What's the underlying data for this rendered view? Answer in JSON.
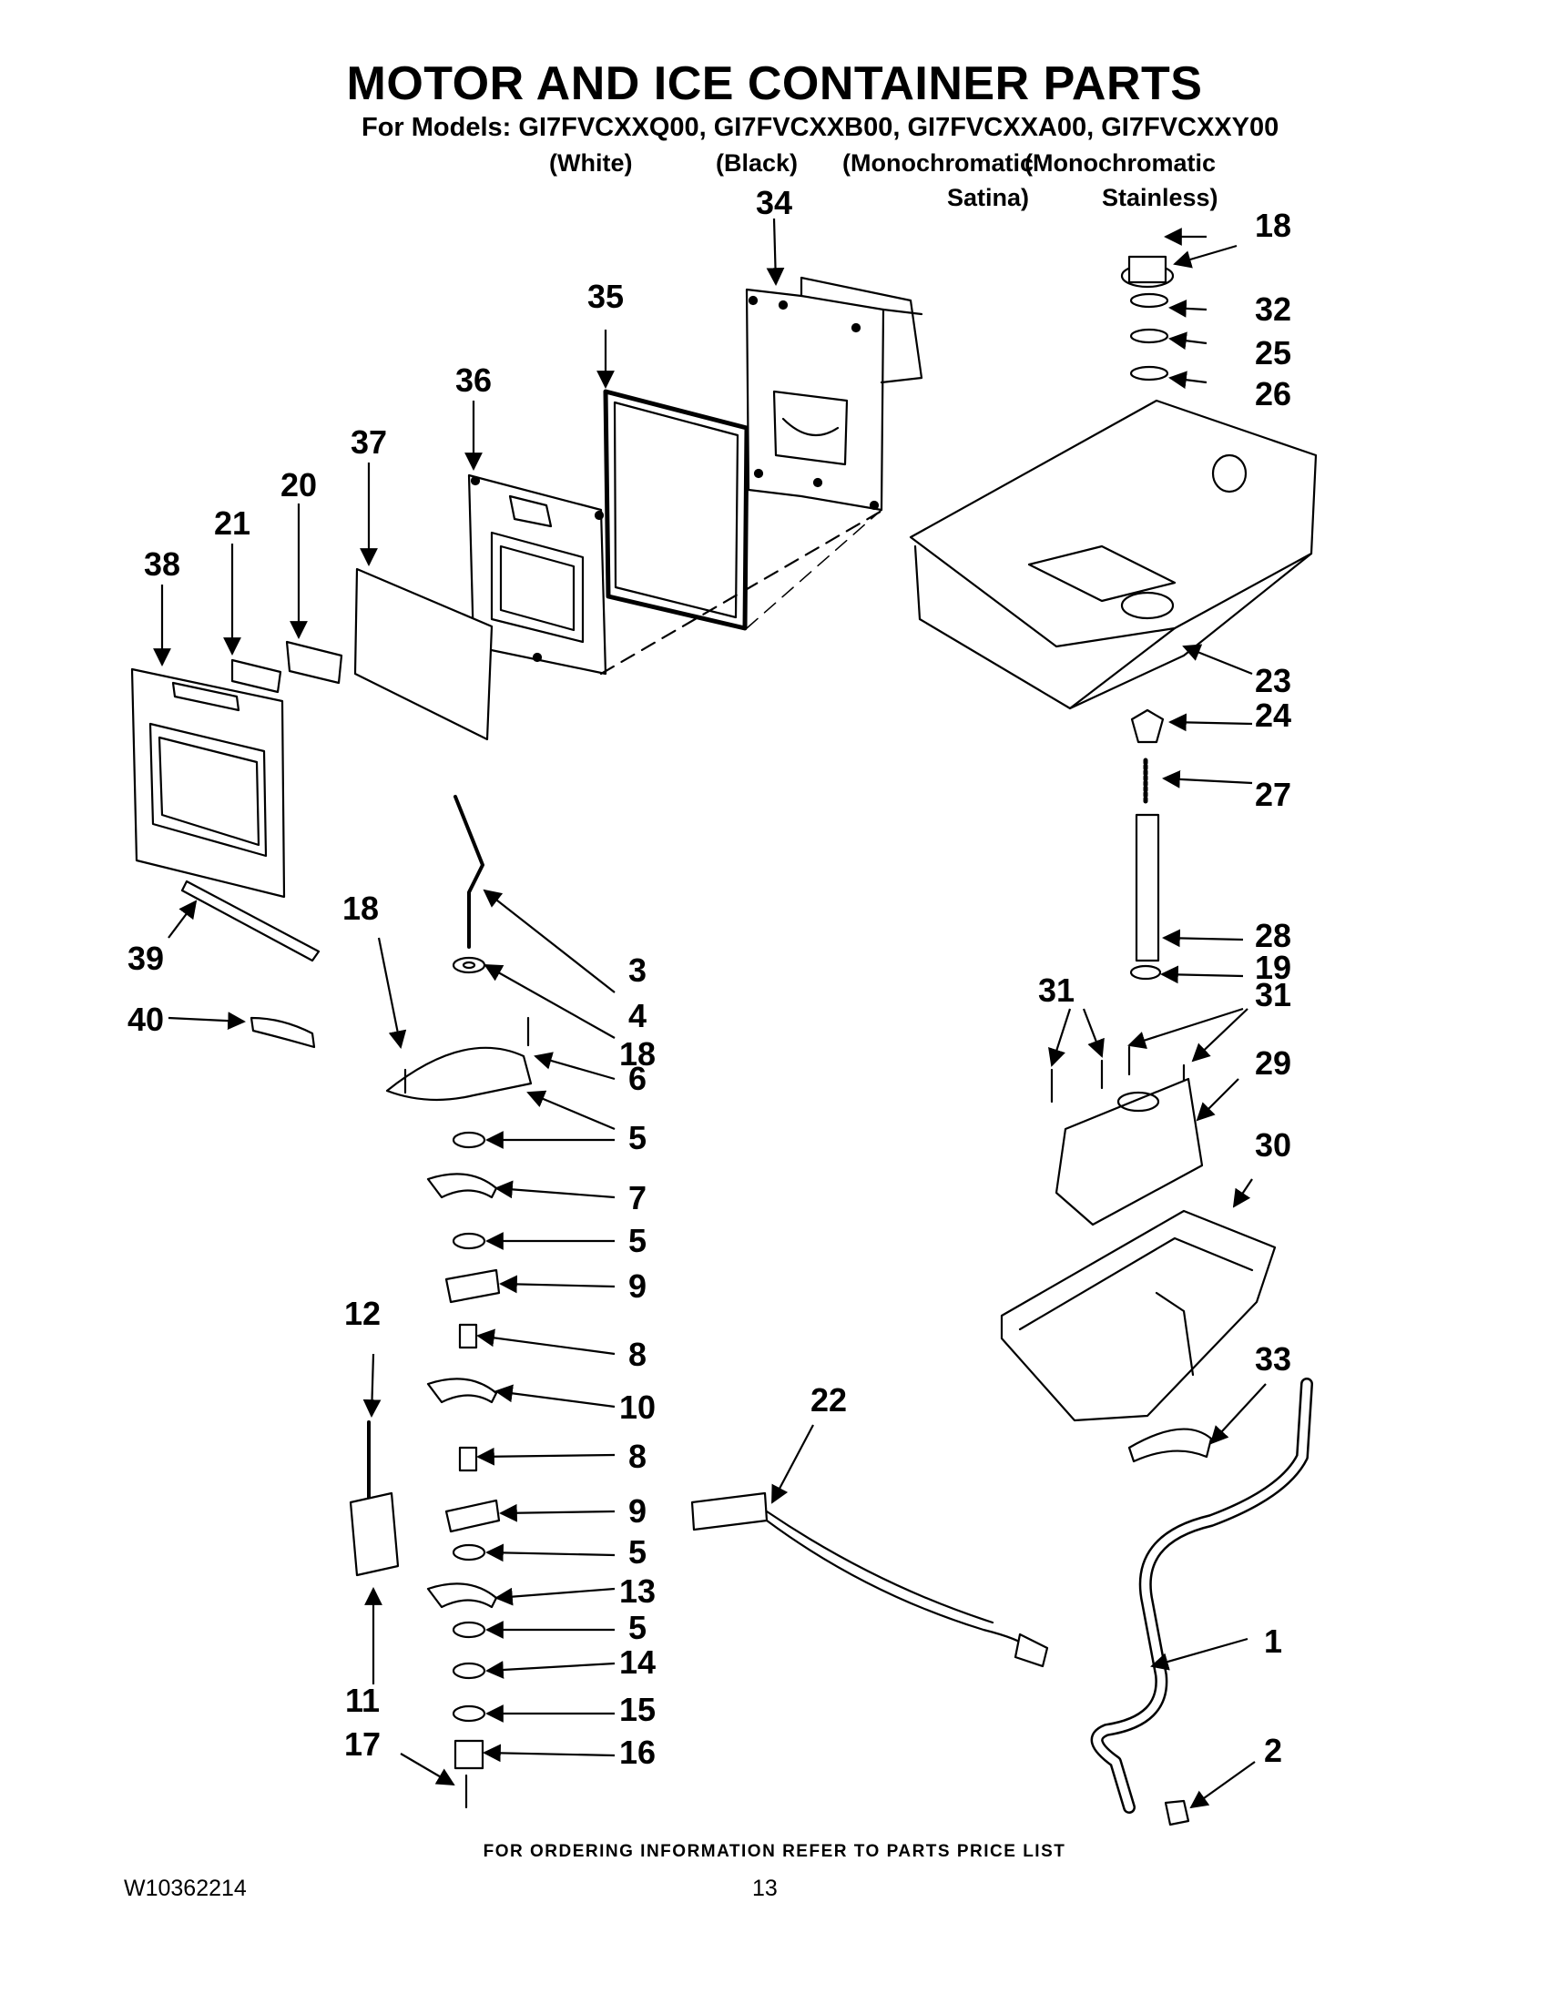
{
  "title": "MOTOR AND ICE CONTAINER PARTS",
  "models_line": "For Models: GI7FVCXXQ00, GI7FVCXXB00, GI7FVCXXA00, GI7FVCXXY00",
  "variants": {
    "white": "(White)",
    "black": "(Black)",
    "satina_line1": "(Monochromatic",
    "satina_line2": "Satina)",
    "stainless_line1": "(Monochromatic",
    "stainless_line2": "Stainless)"
  },
  "callouts": {
    "c1": "1",
    "c2": "2",
    "c3": "3",
    "c4": "4",
    "c5": "5",
    "c6": "6",
    "c7": "7",
    "c8": "8",
    "c9": "9",
    "c10": "10",
    "c11": "11",
    "c12": "12",
    "c13": "13",
    "c14": "14",
    "c15": "15",
    "c16": "16",
    "c17": "17",
    "c18": "18",
    "c19": "19",
    "c20": "20",
    "c21": "21",
    "c22": "22",
    "c23": "23",
    "c24": "24",
    "c25": "25",
    "c26": "26",
    "c27": "27",
    "c28": "28",
    "c29": "29",
    "c30": "30",
    "c31": "31",
    "c32": "32",
    "c33": "33",
    "c34": "34",
    "c35": "35",
    "c36": "36",
    "c37": "37",
    "c38": "38",
    "c39": "39",
    "c40": "40"
  },
  "footer": {
    "ordering_note": "FOR ORDERING INFORMATION REFER TO PARTS PRICE LIST",
    "doc_number": "W10362214",
    "page_number": "13"
  }
}
